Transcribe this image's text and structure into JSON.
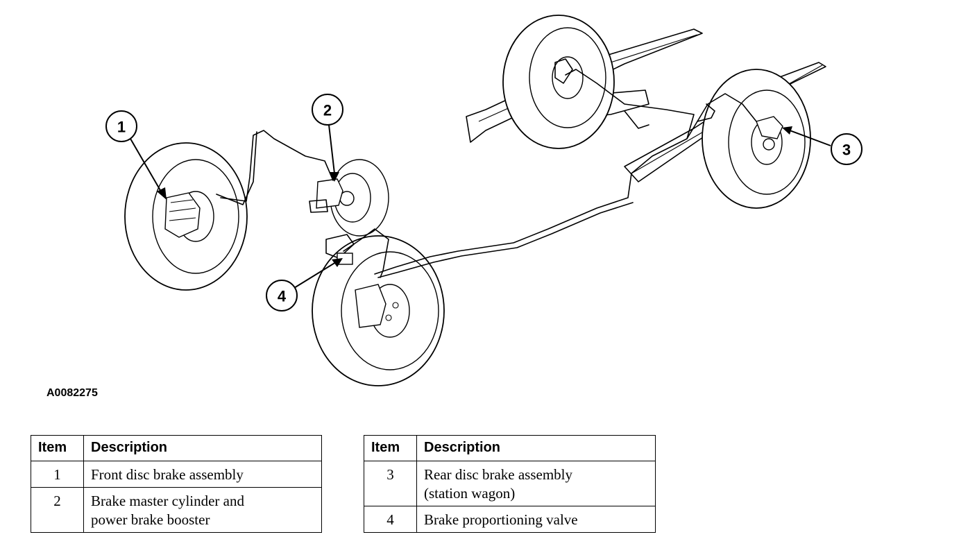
{
  "figure_id": "A0082275",
  "callouts": [
    "1",
    "2",
    "3",
    "4"
  ],
  "legend_left": {
    "headers": {
      "item": "Item",
      "description": "Description"
    },
    "rows": [
      {
        "item": "1",
        "line1": "Front disc brake assembly",
        "line2": ""
      },
      {
        "item": "2",
        "line1": "Brake master cylinder and",
        "line2": "power brake booster"
      }
    ]
  },
  "legend_right": {
    "headers": {
      "item": "Item",
      "description": "Description"
    },
    "rows": [
      {
        "item": "3",
        "line1": "Rear disc brake assembly",
        "line2": "(station wagon)"
      },
      {
        "item": "4",
        "line1": "Brake proportioning valve",
        "line2": ""
      }
    ]
  }
}
